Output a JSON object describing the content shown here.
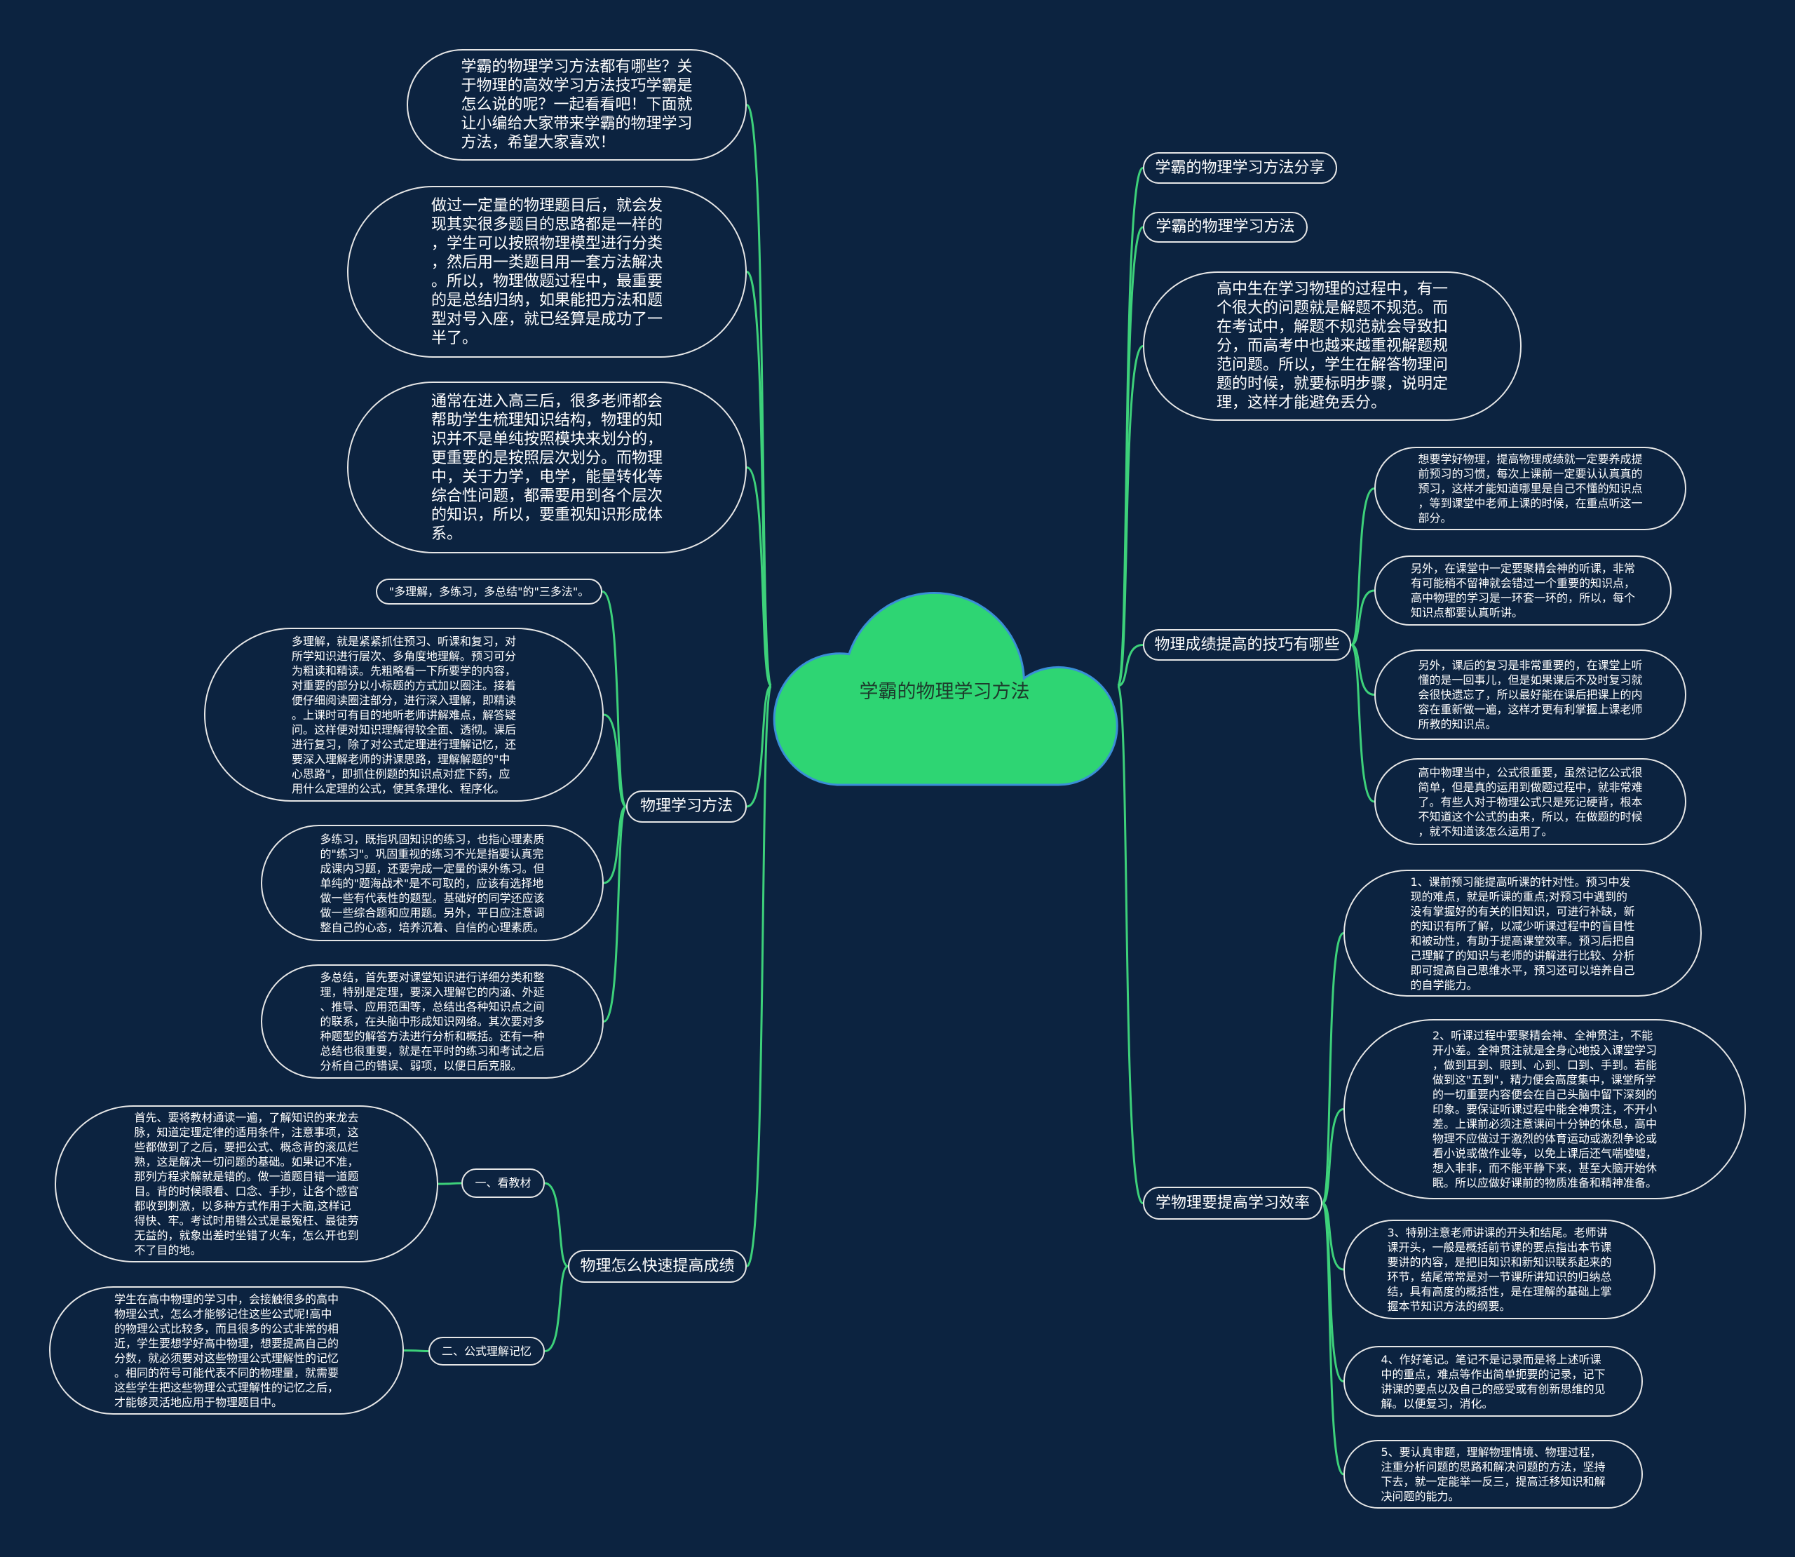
{
  "colors": {
    "background": "#0c2340",
    "cloud": "#2ed573",
    "cloud_stroke": "#3a8fd6",
    "link": "#3dd17a",
    "border": "#e6e6e6"
  },
  "center": {
    "title": "学霸的物理学习方法"
  },
  "left": {
    "intro": "学霸的物理学习方法都有哪些？关\n于物理的高效学习方法技巧学霸是\n怎么说的呢？一起看看吧！下面就\n让小编给大家带来学霸的物理学习\n方法，希望大家喜欢！",
    "summary": "做过一定量的物理题目后，就会发\n现其实很多题目的思路都是一样的\n，学生可以按照物理模型进行分类\n，然后用一类题目用一套方法解决\n。所以，物理做题过程中，最重要\n的是总结归纳，如果能把方法和题\n型对号入座，就已经算是成功了一\n半了。",
    "system": "通常在进入高三后，很多老师都会\n帮助学生梳理知识结构，物理的知\n识并不是单纯按照模块来划分的，\n更重要的是按照层次划分。而物理\n中，关于力学，电学，能量转化等\n综合性问题，都需要用到各个层次\n的知识，所以，要重视知识形成体\n系。",
    "methods": {
      "label": "物理学习方法",
      "children": [
        "\"多理解，多练习，多总结\"的\"三多法\"。",
        "多理解，就是紧紧抓住预习、听课和复习，对\n所学知识进行层次、多角度地理解。预习可分\n为粗读和精读。先粗略看一下所要学的内容，\n对重要的部分以小标题的方式加以圈注。接着\n便仔细阅读圈注部分，进行深入理解，即精读\n。上课时可有目的地听老师讲解难点，解答疑\n问。这样便对知识理解得较全面、透彻。课后\n进行复习，除了对公式定理进行理解记忆，还\n要深入理解老师的讲课思路，理解解题的\"中\n心思路\"，即抓住例题的知识点对症下药，应\n用什么定理的公式，使其条理化、程序化。",
        "多练习，既指巩固知识的练习，也指心理素质\n的\"练习\"。巩固重视的练习不光是指要认真完\n成课内习题，还要完成一定量的课外练习。但\n单纯的\"题海战术\"是不可取的，应该有选择地\n做一些有代表性的题型。基础好的同学还应该\n做一些综合题和应用题。另外，平日应注意调\n整自己的心态，培养沉着、自信的心理素质。",
        "多总结，首先要对课堂知识进行详细分类和整\n理，特别是定理，要深入理解它的内涵、外延\n、推导、应用范围等，总结出各种知识点之间\n的联系，在头脑中形成知识网络。其次要对多\n种题型的解答方法进行分析和概括。还有一种\n总结也很重要，就是在平时的练习和考试之后\n分析自己的错误、弱项，以便日后克服。"
      ]
    },
    "fast": {
      "label": "物理怎么快速提高成绩",
      "textbook": {
        "label": "一、看教材",
        "text": "首先、要将教材通读一遍，了解知识的来龙去\n脉，知道定理定律的适用条件，注意事项，这\n些都做到了之后，要把公式、概念背的滚瓜烂\n熟，这是解决一切问题的基础。如果记不准，\n那列方程求解就是错的。做一道题目错一道题\n目。背的时候眼看、口念、手抄，让各个感官\n都收到刺激，以多种方式作用于大脑,这样记\n得快、牢。考试时用错公式是最冤枉、最徒劳\n无益的，就象出差时坐错了火车，怎么开也到\n不了目的地。"
      },
      "formula": {
        "label": "二、公式理解记忆",
        "text": "学生在高中物理的学习中，会接触很多的高中\n物理公式，怎么才能够记住这些公式呢!高中\n的物理公式比较多，而且很多的公式非常的相\n近，学生要想学好高中物理，想要提高自己的\n分数，就必须要对这些物理公式理解性的记忆\n。相同的符号可能代表不同的物理量，就需要\n这些学生把这些物理公式理解性的记忆之后，\n才能够灵活地应用于物理题目中。"
      }
    }
  },
  "right": {
    "share": "学霸的物理学习方法分享",
    "method": "学霸的物理学习方法",
    "norm": "高中生在学习物理的过程中，有一\n个很大的问题就是解题不规范。而\n在考试中，解题不规范就会导致扣\n分，而高考中也越来越重视解题规\n范问题。所以，学生在解答物理问\n题的时候，就要标明步骤，说明定\n理，这样才能避免丢分。",
    "tips": {
      "label": "物理成绩提高的技巧有哪些",
      "children": [
        "想要学好物理，提高物理成绩就一定要养成提\n前预习的习惯，每次上课前一定要认认真真的\n预习，这样才能知道哪里是自己不懂的知识点\n，等到课堂中老师上课的时候，在重点听这一\n部分。",
        "另外，在课堂中一定要聚精会神的听课，非常\n有可能稍不留神就会错过一个重要的知识点，\n高中物理的学习是一环套一环的，所以，每个\n知识点都要认真听讲。",
        "另外，课后的复习是非常重要的，在课堂上听\n懂的是一回事儿，但是如果课后不及时复习就\n会很快遗忘了，所以最好能在课后把课上的内\n容在重新做一遍，这样才更有利掌握上课老师\n所教的知识点。",
        "高中物理当中，公式很重要，虽然记忆公式很\n简单，但是真的运用到做题过程中，就非常难\n了。有些人对于物理公式只是死记硬背，根本\n不知道这个公式的由来，所以，在做题的时候\n，就不知道该怎么运用了。"
      ]
    },
    "efficiency": {
      "label": "学物理要提高学习效率",
      "children": [
        "1、课前预习能提高听课的针对性。预习中发\n现的难点，就是听课的重点;对预习中遇到的\n没有掌握好的有关的旧知识，可进行补缺，新\n的知识有所了解，以减少听课过程中的盲目性\n和被动性，有助于提高课堂效率。预习后把自\n己理解了的知识与老师的讲解进行比较、分析\n即可提高自己思维水平，预习还可以培养自己\n的自学能力。",
        "2、听课过程中要聚精会神、全神贯注，不能\n开小差。全神贯注就是全身心地投入课堂学习\n，做到耳到、眼到、心到、口到、手到。若能\n做到这\"五到\"，精力便会高度集中，课堂所学\n的一切重要内容便会在自己头脑中留下深刻的\n印象。要保证听课过程中能全神贯注，不开小\n差。上课前必须注意课间十分钟的休息，高中\n物理不应做过于激烈的体育运动或激烈争论或\n看小说或做作业等，以免上课后还气喘嘘嘘，\n想入非非，而不能平静下来，甚至大脑开始休\n眠。所以应做好课前的物质准备和精神准备。",
        "3、特别注意老师讲课的开头和结尾。老师讲\n课开头，一般是概括前节课的要点指出本节课\n要讲的内容，是把旧知识和新知识联系起来的\n环节，结尾常常是对一节课所讲知识的归纳总\n结，具有高度的概括性，是在理解的基础上掌\n握本节知识方法的纲要。",
        "4、作好笔记。笔记不是记录而是将上述听课\n中的重点，难点等作出简单扼要的记录，记下\n讲课的要点以及自己的感受或有创新思维的见\n解。以便复习，消化。",
        "5、要认真审题，理解物理情境、物理过程，\n注重分析问题的思路和解决问题的方法，坚持\n下去，就一定能举一反三，提高迁移知识和解\n决问题的能力。"
      ]
    }
  }
}
